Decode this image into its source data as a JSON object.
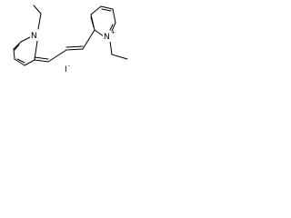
{
  "structure": {
    "atoms": {
      "left_ring_nitrogen": "N",
      "right_ring_nitrogen": "N",
      "right_ring_charge": "+",
      "counter_ion": "I",
      "counter_ion_charge": "-"
    },
    "colors": {
      "bond": "#000000",
      "background": "#ffffff"
    }
  }
}
